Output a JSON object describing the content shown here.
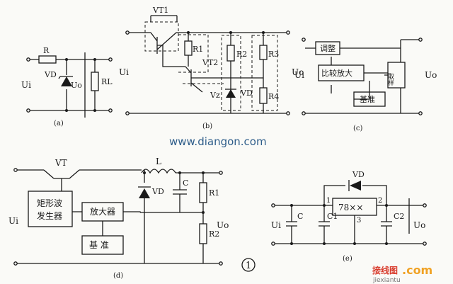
{
  "panel_a": {
    "caption": "(a)",
    "r": "R",
    "vd": "VD",
    "ui": "Ui",
    "uo": "Uo",
    "rl": "RL"
  },
  "panel_b": {
    "caption": "(b)",
    "vt1": "VT1",
    "r1": "R1",
    "r2": "R2",
    "r3": "R3",
    "r4": "R4",
    "vt2": "VT2",
    "vd": "VD",
    "vz": "Vz",
    "ui": "Ui",
    "uo": "Uo"
  },
  "panel_c": {
    "caption": "(c)",
    "adjust": "调整",
    "compare_amp": "比较放大",
    "reference": "基准",
    "sample": "取样",
    "ui": "Ui",
    "uo": "Uo"
  },
  "watermark_url": "www.diangon.com",
  "panel_d": {
    "caption": "(d)",
    "vt": "VT",
    "l": "L",
    "vd": "VD",
    "c": "C",
    "r1": "R1",
    "r2": "R2",
    "rect_gen_1": "矩形波",
    "rect_gen_2": "发生器",
    "amplifier": "放大器",
    "reference": "基  准",
    "ui": "Ui",
    "uo": "Uo"
  },
  "figure_number": "1",
  "panel_e": {
    "caption": "(e)",
    "vd": "VD",
    "regulator": "78××",
    "pin1": "1",
    "pin2": "2",
    "pin3": "3",
    "c": "C",
    "c1": "C1",
    "c2": "C2",
    "ui": "Ui",
    "uo": "Uo"
  },
  "site_logo": {
    "text_cn": "接线图",
    "text_com": ".com",
    "text_pinyin": "jiexiantu"
  }
}
